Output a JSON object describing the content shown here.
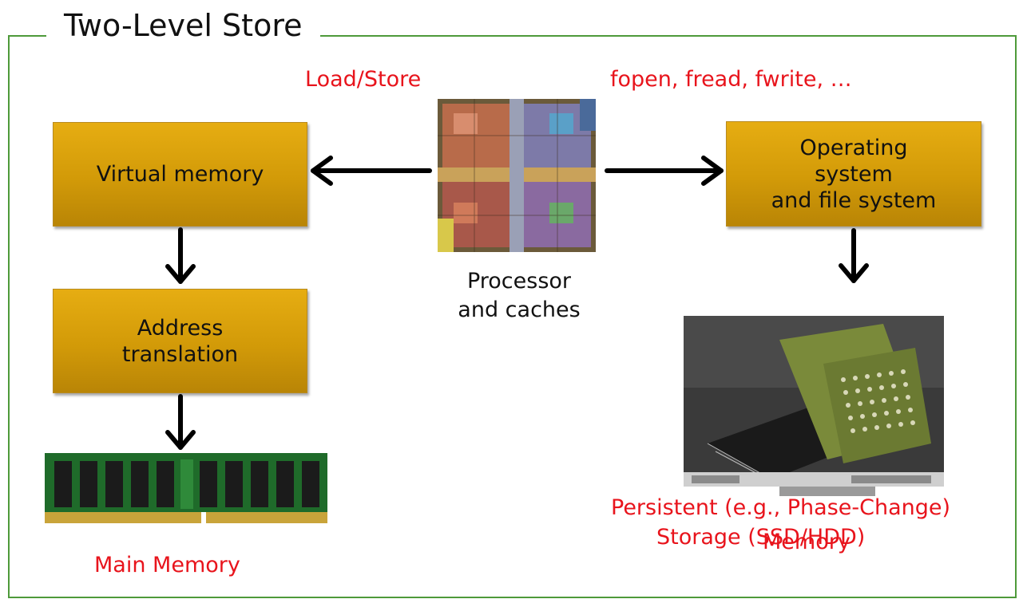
{
  "title": "Two-Level Store",
  "labels": {
    "load_store": "Load/Store",
    "file_ops": "fopen, fread, fwrite, …",
    "processor": [
      "Processor",
      "and caches"
    ],
    "main_memory": "Main Memory",
    "persistent": "Persistent (e.g., Phase-Change)",
    "storage": "Storage (SSD/HDD)",
    "memory_overlap": "Memory"
  },
  "boxes": {
    "virtual_memory": "Virtual memory",
    "address_translation": [
      "Address",
      "translation"
    ],
    "operating_system": [
      "Operating",
      "system",
      "and file system"
    ]
  },
  "colors": {
    "box_fill": "#d9a00b",
    "accent_red": "#e8141c",
    "frame_green": "#4e9a3a"
  }
}
